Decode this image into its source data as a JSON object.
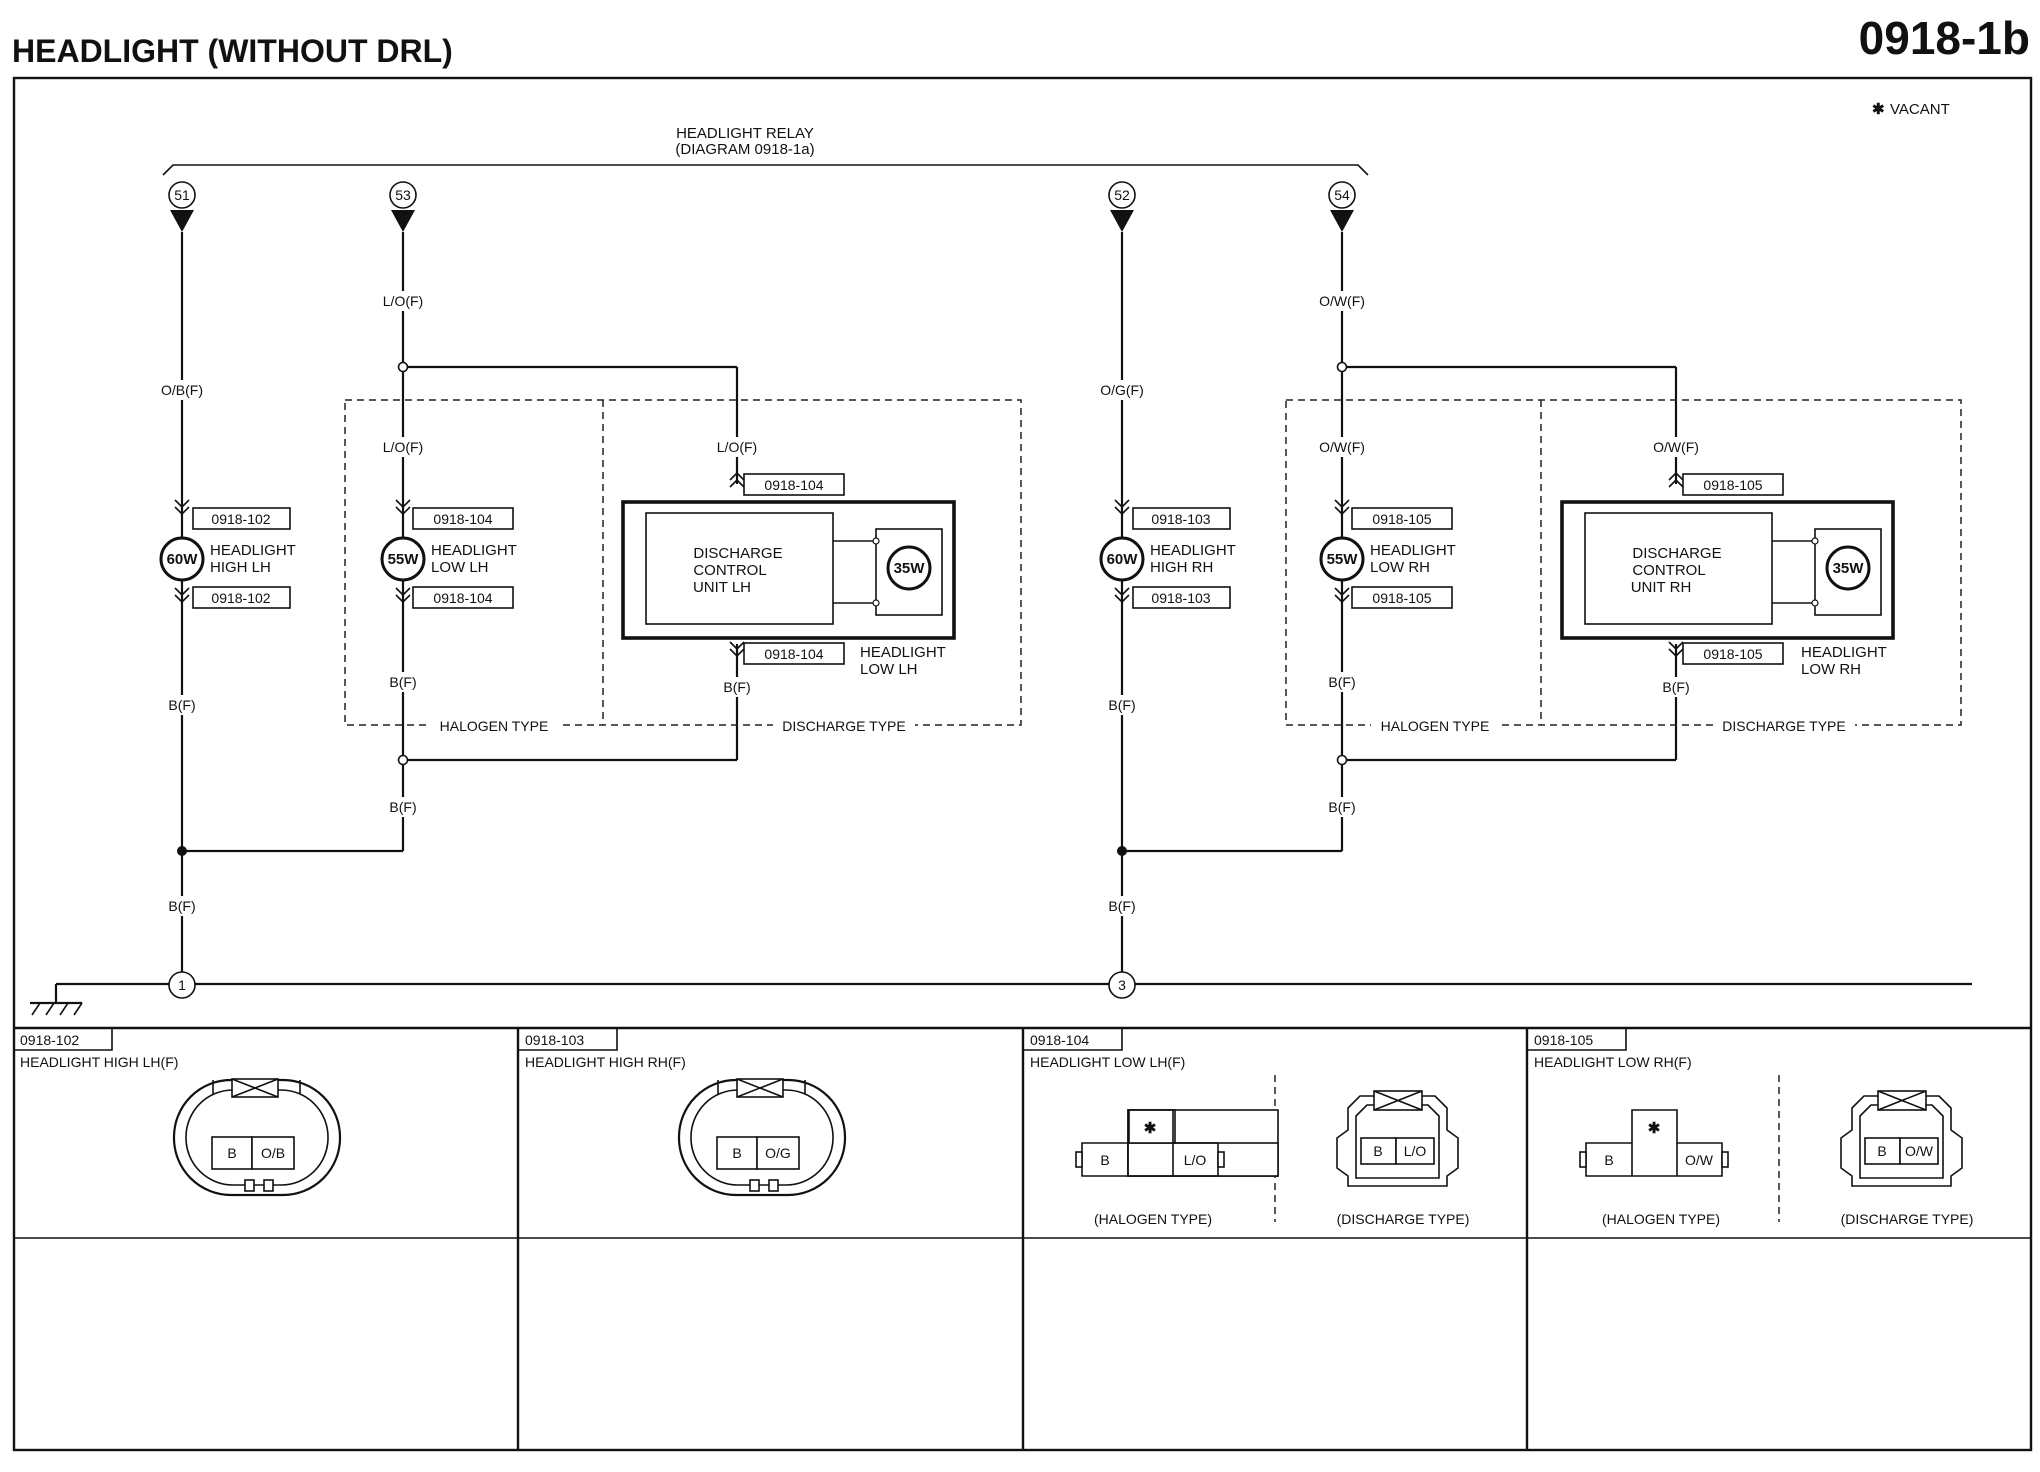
{
  "header": {
    "title": "HEADLIGHT (WITHOUT DRL)",
    "page_code": "0918-1b"
  },
  "legend": {
    "vacant_mark": "✱",
    "vacant_label": "VACANT"
  },
  "relay": {
    "name": "HEADLIGHT RELAY",
    "ref": "(DIAGRAM 0918-1a)"
  },
  "terminals": [
    "51",
    "53",
    "52",
    "54"
  ],
  "grounds": [
    "1",
    "3"
  ],
  "wires": {
    "lh_high": "O/B(F)",
    "lh_low": "L/O(F)",
    "rh_high": "O/G(F)",
    "rh_low": "O/W(F)",
    "ground": "B(F)"
  },
  "loads": {
    "lh_high": {
      "watts": "60W",
      "line1": "HEADLIGHT",
      "line2": "HIGH LH",
      "conn": "0918-102"
    },
    "lh_low": {
      "watts": "55W",
      "line1": "HEADLIGHT",
      "line2": "LOW LH",
      "conn": "0918-104"
    },
    "lh_discharge": {
      "line1": "DISCHARGE",
      "line2": "CONTROL",
      "line3": "UNIT LH",
      "watts": "35W",
      "conn": "0918-104",
      "label1": "HEADLIGHT",
      "label2": "LOW LH"
    },
    "rh_high": {
      "watts": "60W",
      "line1": "HEADLIGHT",
      "line2": "HIGH RH",
      "conn": "0918-103"
    },
    "rh_low": {
      "watts": "55W",
      "line1": "HEADLIGHT",
      "line2": "LOW RH",
      "conn": "0918-105"
    },
    "rh_discharge": {
      "line1": "DISCHARGE",
      "line2": "CONTROL",
      "line3": "UNIT RH",
      "watts": "35W",
      "conn": "0918-105",
      "label1": "HEADLIGHT",
      "label2": "LOW RH"
    }
  },
  "types": {
    "halogen": "HALOGEN TYPE",
    "discharge": "DISCHARGE TYPE"
  },
  "connectors": [
    {
      "code": "0918-102",
      "name": "HEADLIGHT HIGH LH(F)",
      "pins": [
        "B",
        "O/B"
      ]
    },
    {
      "code": "0918-103",
      "name": "HEADLIGHT HIGH RH(F)",
      "pins": [
        "B",
        "O/G"
      ]
    },
    {
      "code": "0918-104",
      "name": "HEADLIGHT LOW LH(F)",
      "halogen_pins": [
        "B",
        "L/O"
      ],
      "discharge_pins": [
        "B",
        "L/O"
      ],
      "halogen_caption": "(HALOGEN TYPE)",
      "discharge_caption": "(DISCHARGE TYPE)",
      "vacant": "✱"
    },
    {
      "code": "0918-105",
      "name": "HEADLIGHT LOW RH(F)",
      "halogen_pins": [
        "B",
        "O/W"
      ],
      "discharge_pins": [
        "B",
        "O/W"
      ],
      "halogen_caption": "(HALOGEN TYPE)",
      "discharge_caption": "(DISCHARGE TYPE)",
      "vacant": "✱"
    }
  ]
}
